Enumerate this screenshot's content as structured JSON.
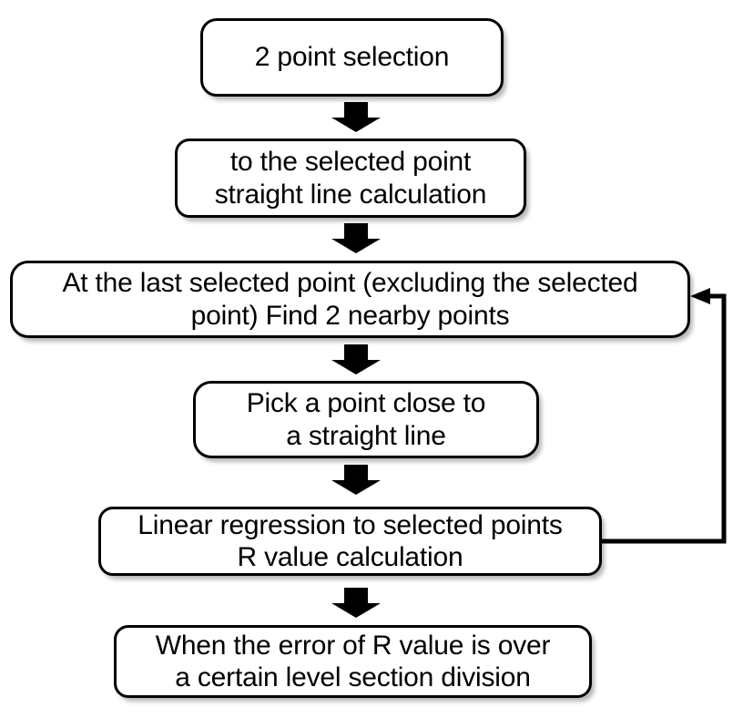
{
  "diagram": {
    "title": "Point selection and linear regression section-division flowchart",
    "background_color": "#ffffff",
    "line_color": "#000000",
    "box_fill": "#ffffff",
    "nodes": [
      {
        "id": "node-1",
        "name": "2-point-selection",
        "text": "2 point selection"
      },
      {
        "id": "node-2",
        "name": "straight-line-calculation",
        "text": "to the selected point\nstraight line calculation"
      },
      {
        "id": "node-3",
        "name": "find-2-nearby-points",
        "text": "At the last selected point (excluding the selected\npoint) Find 2 nearby points"
      },
      {
        "id": "node-4",
        "name": "pick-point-close-to-line",
        "text": "Pick a point close to\na straight line"
      },
      {
        "id": "node-5",
        "name": "linear-regression-r-value",
        "text": "Linear regression to selected points\nR value calculation"
      },
      {
        "id": "node-6",
        "name": "section-division-on-r-error",
        "text": "When the error of R value is over\na certain level section division"
      }
    ],
    "connectors": [
      {
        "name": "arrow-1-to-2",
        "type": "block-arrow-down"
      },
      {
        "name": "arrow-2-to-3",
        "type": "block-arrow-down"
      },
      {
        "name": "arrow-3-to-4",
        "type": "block-arrow-down"
      },
      {
        "name": "arrow-4-to-5",
        "type": "block-arrow-down"
      },
      {
        "name": "arrow-5-to-6",
        "type": "block-arrow-down"
      },
      {
        "name": "feedback-loop-5-to-3",
        "type": "line-arrow-left"
      }
    ]
  }
}
